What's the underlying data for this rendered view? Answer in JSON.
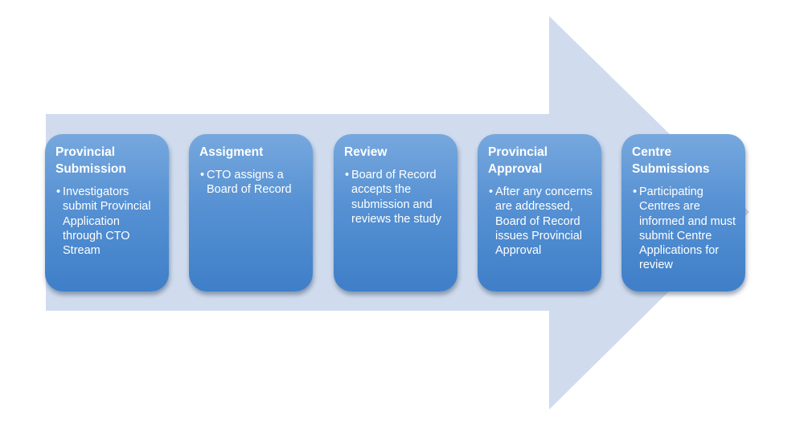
{
  "steps": [
    {
      "title": "Provincial Submission",
      "bullet": "•",
      "text": "Investigators submit Provincial Application through CTO Stream"
    },
    {
      "title": "Assigment",
      "bullet": "•",
      "text": "CTO assigns a Board of Record"
    },
    {
      "title": "Review",
      "bullet": "•",
      "text": "Board of Record accepts the submission and reviews the study"
    },
    {
      "title": "Provincial Approval",
      "bullet": "•",
      "text": "After any concerns are addressed, Board of Record issues Provincial Approval"
    },
    {
      "title": "Centre Submissions",
      "bullet": "•",
      "text": "Participating Centres are informed and must submit Centre Applications for review"
    }
  ],
  "colors": {
    "arrow": "#d0dcee",
    "box_top": "#77a8de",
    "box_bottom": "#3f7fc8",
    "text": "#ffffff"
  }
}
